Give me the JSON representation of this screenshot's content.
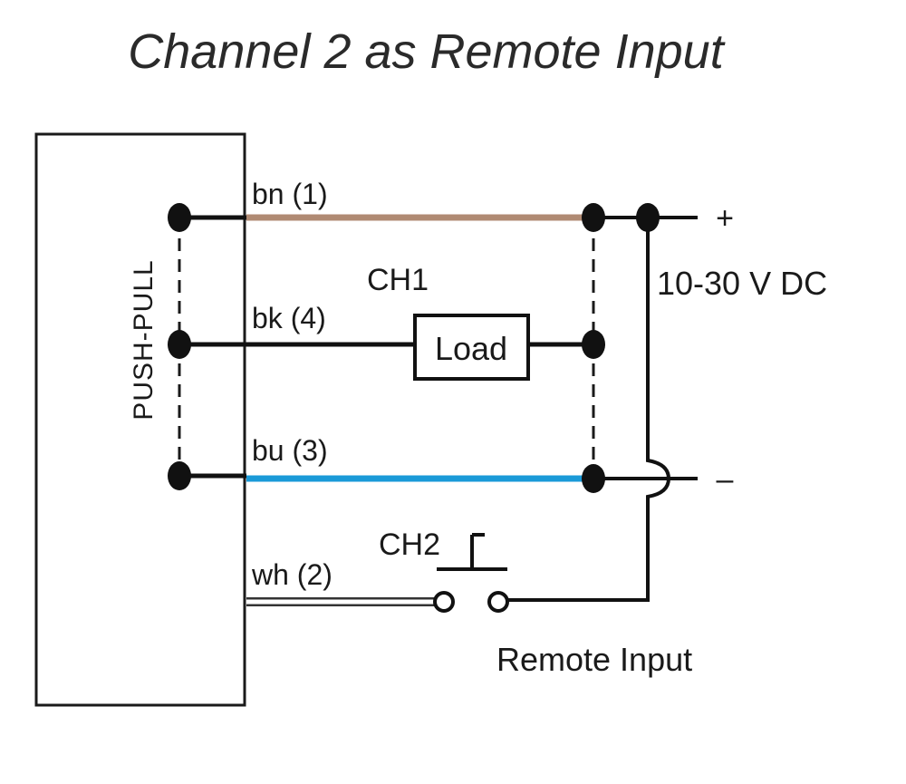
{
  "title": "Channel 2 as Remote Input",
  "device": {
    "mode_label": "PUSH-PULL"
  },
  "wires": [
    {
      "id": "brown",
      "label": "bn (1)",
      "color": "#b08a73"
    },
    {
      "id": "black",
      "label": "bk (4)",
      "color": "#111111"
    },
    {
      "id": "blue",
      "label": "bu (3)",
      "color": "#1a9ad8"
    },
    {
      "id": "white",
      "label": "wh (2)",
      "color": "#ffffff"
    }
  ],
  "channels": {
    "ch1": "CH1",
    "ch2": "CH2"
  },
  "load_label": "Load",
  "supply": {
    "plus": "+",
    "minus": "–",
    "voltage": "10-30 V DC"
  },
  "remote_input_label": "Remote Input"
}
